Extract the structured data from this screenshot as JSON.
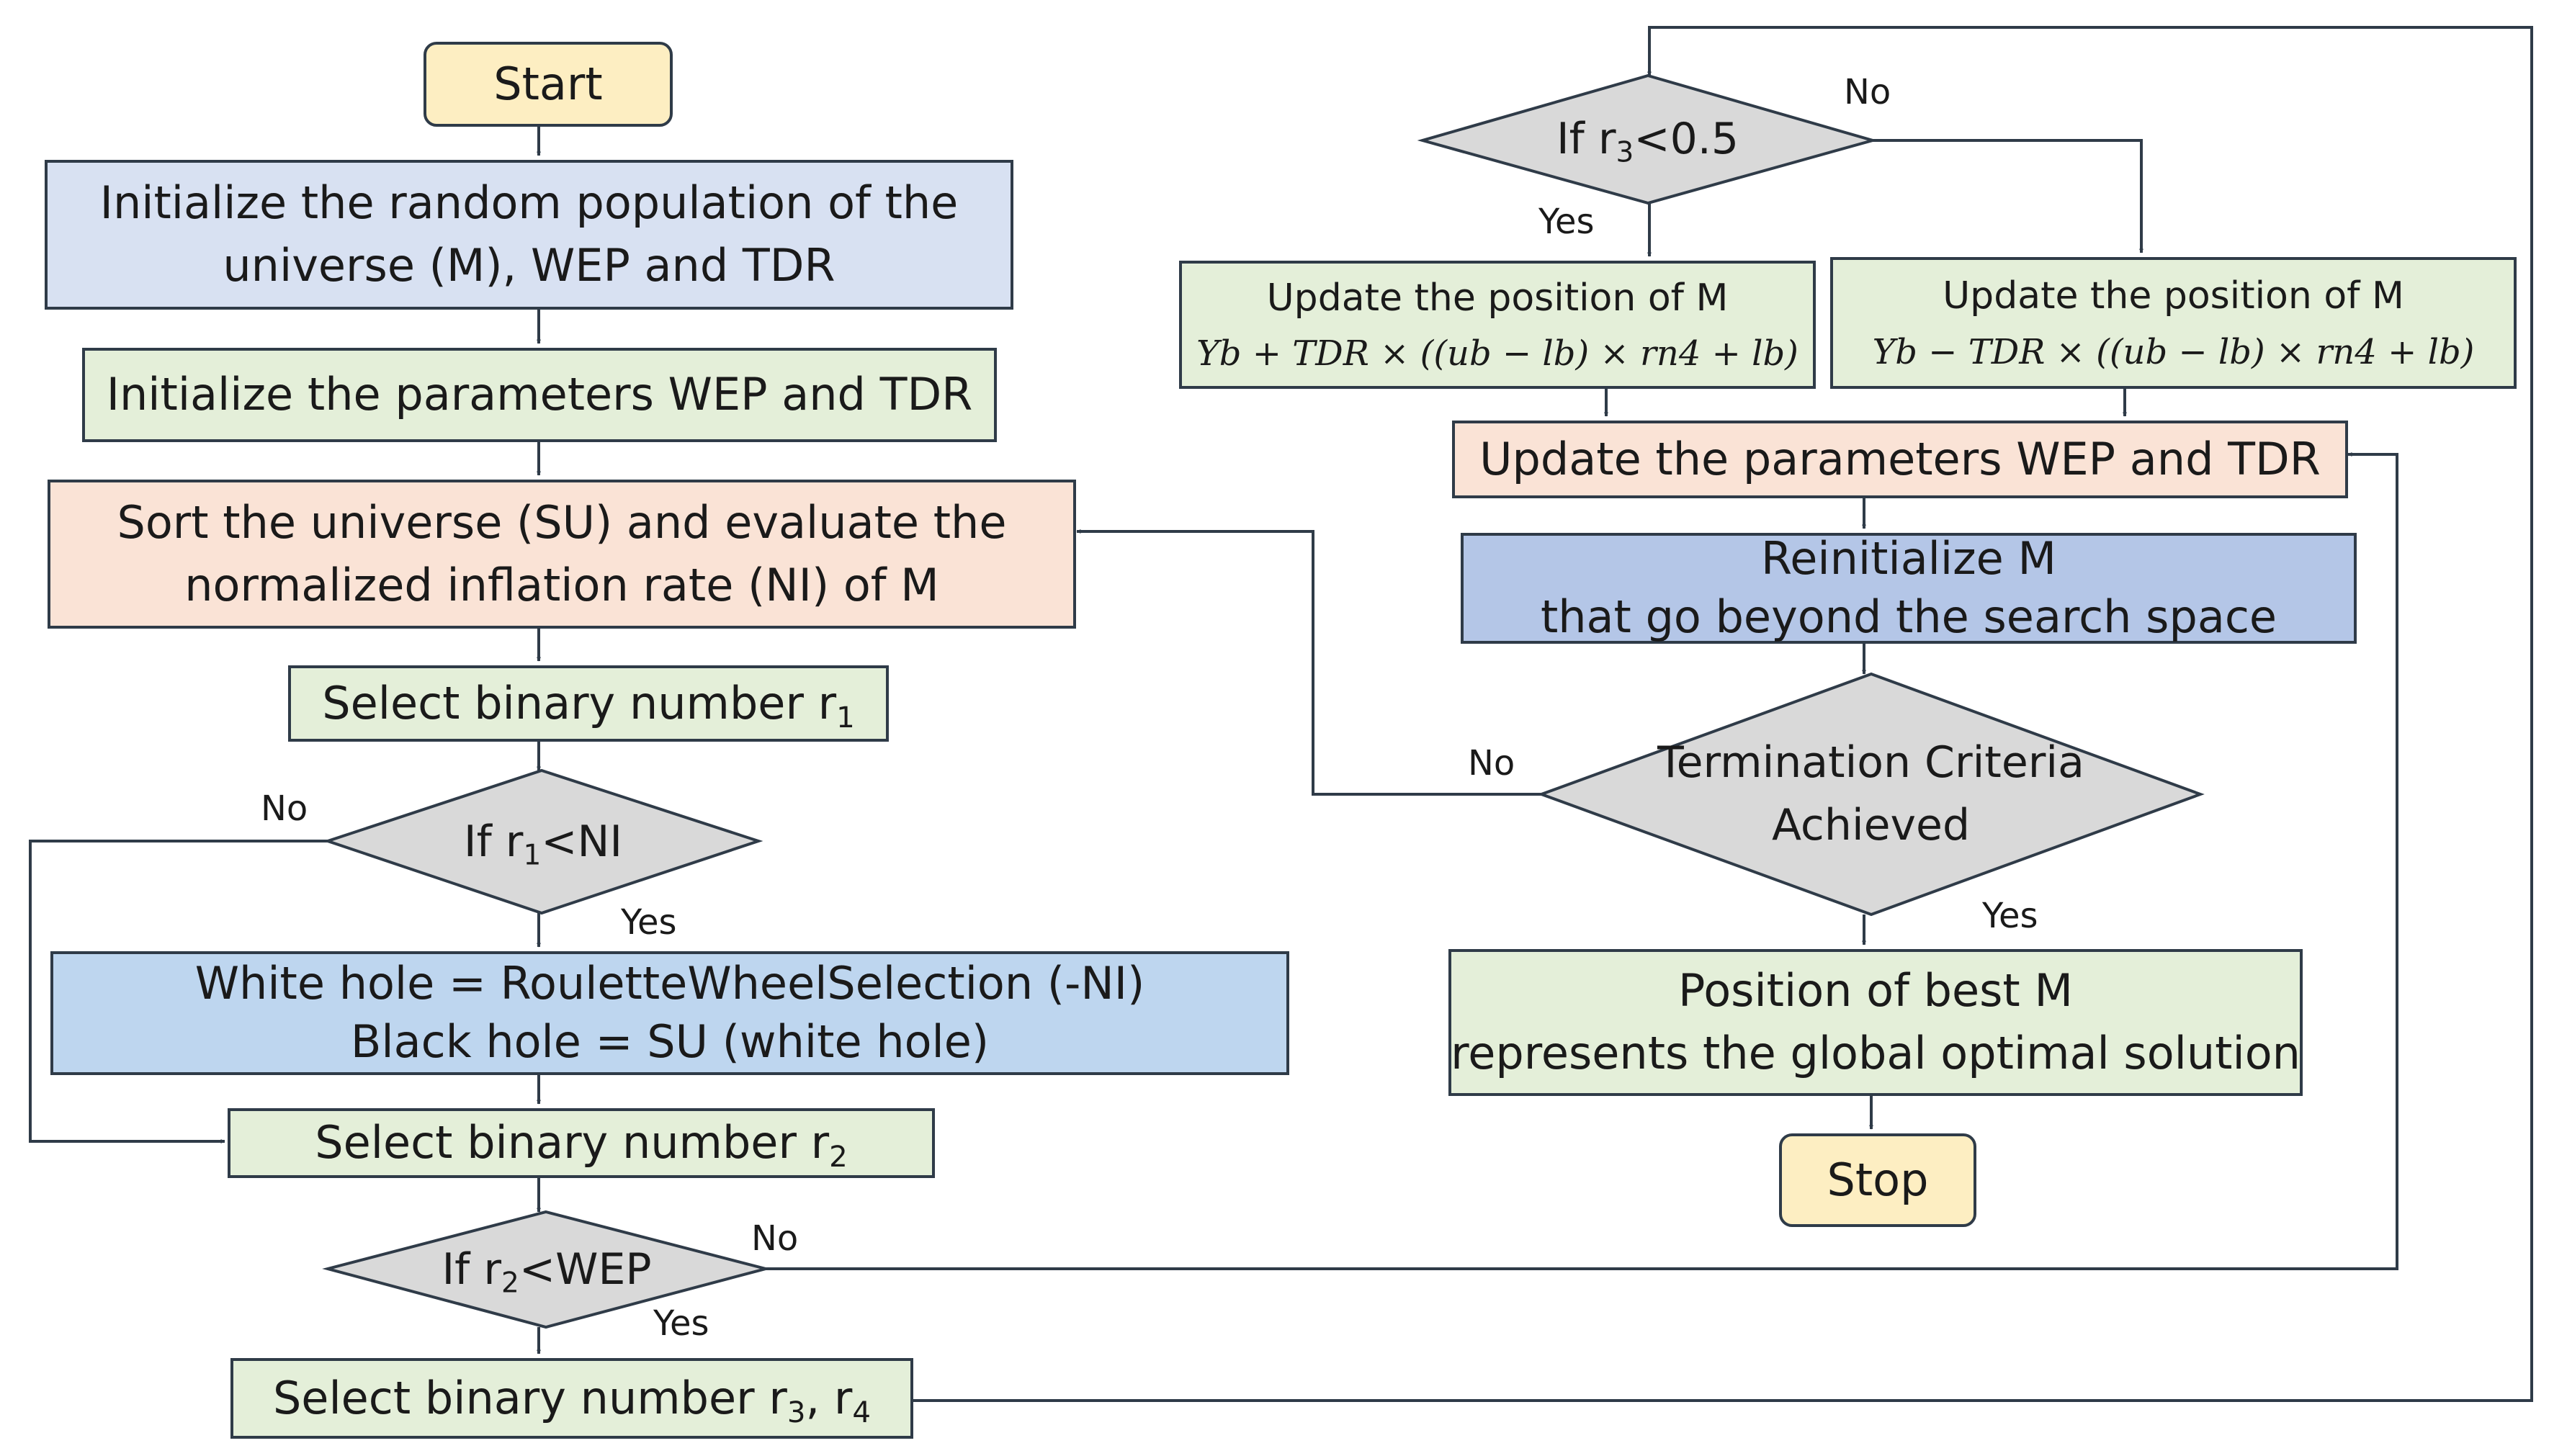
{
  "nodes": {
    "start": "Start",
    "init_population": [
      "Initialize the random population of the",
      "universe (M), WEP and TDR"
    ],
    "init_params": "Initialize the parameters WEP and TDR",
    "sort_universe": [
      "Sort the universe (SU) and evaluate the",
      "normalized inflation rate (NI) of M"
    ],
    "select_r1": {
      "prefix": "Select binary number r",
      "sub": "1"
    },
    "if_r1": {
      "prefix": "If r",
      "sub": "1",
      "suffix": "<NI"
    },
    "roulette": [
      "White hole = RouletteWheelSelection (-NI)",
      "Black hole = SU (white hole)"
    ],
    "select_r2": {
      "prefix": "Select binary number r",
      "sub": "2"
    },
    "if_r2": {
      "prefix": "If r",
      "sub": "2",
      "suffix": "<WEP"
    },
    "select_r3r4": {
      "prefix": "Select binary number r",
      "sub1": "3",
      "mid": ", r",
      "sub2": "4"
    },
    "if_r3": {
      "prefix": "If r",
      "sub": "3",
      "suffix": "<0.5"
    },
    "update_pos_left": {
      "title": "Update the position of M",
      "formula": "Yb + TDR × ((ub − lb) × rn4 + lb)"
    },
    "update_pos_right": {
      "title": "Update the position of M",
      "formula": "Yb − TDR × ((ub − lb) × rn4 + lb)"
    },
    "update_params": "Update the parameters WEP and TDR",
    "reinit": [
      "Reinitialize M",
      "that go beyond the search space"
    ],
    "termination": [
      "Termination Criteria",
      "Achieved"
    ],
    "best": [
      "Position of best M",
      "represents the global optimal solution"
    ],
    "stop": "Stop"
  },
  "labels": {
    "no_r1": "No",
    "yes_r1": "Yes",
    "no_r2": "No",
    "yes_r2": "Yes",
    "no_r3": "No",
    "yes_r3": "Yes",
    "no_term": "No",
    "yes_term": "Yes"
  },
  "colors": {
    "terminal": "#fdeec2",
    "process_green": "#e4efd9",
    "process_blue": "#d8e1f2",
    "process_peach": "#fae3d6",
    "process_midblue": "#b4c6e7",
    "process_skyblue": "#bed6ef",
    "decision": "#d9d9d9",
    "stroke": "#2f3b48"
  }
}
